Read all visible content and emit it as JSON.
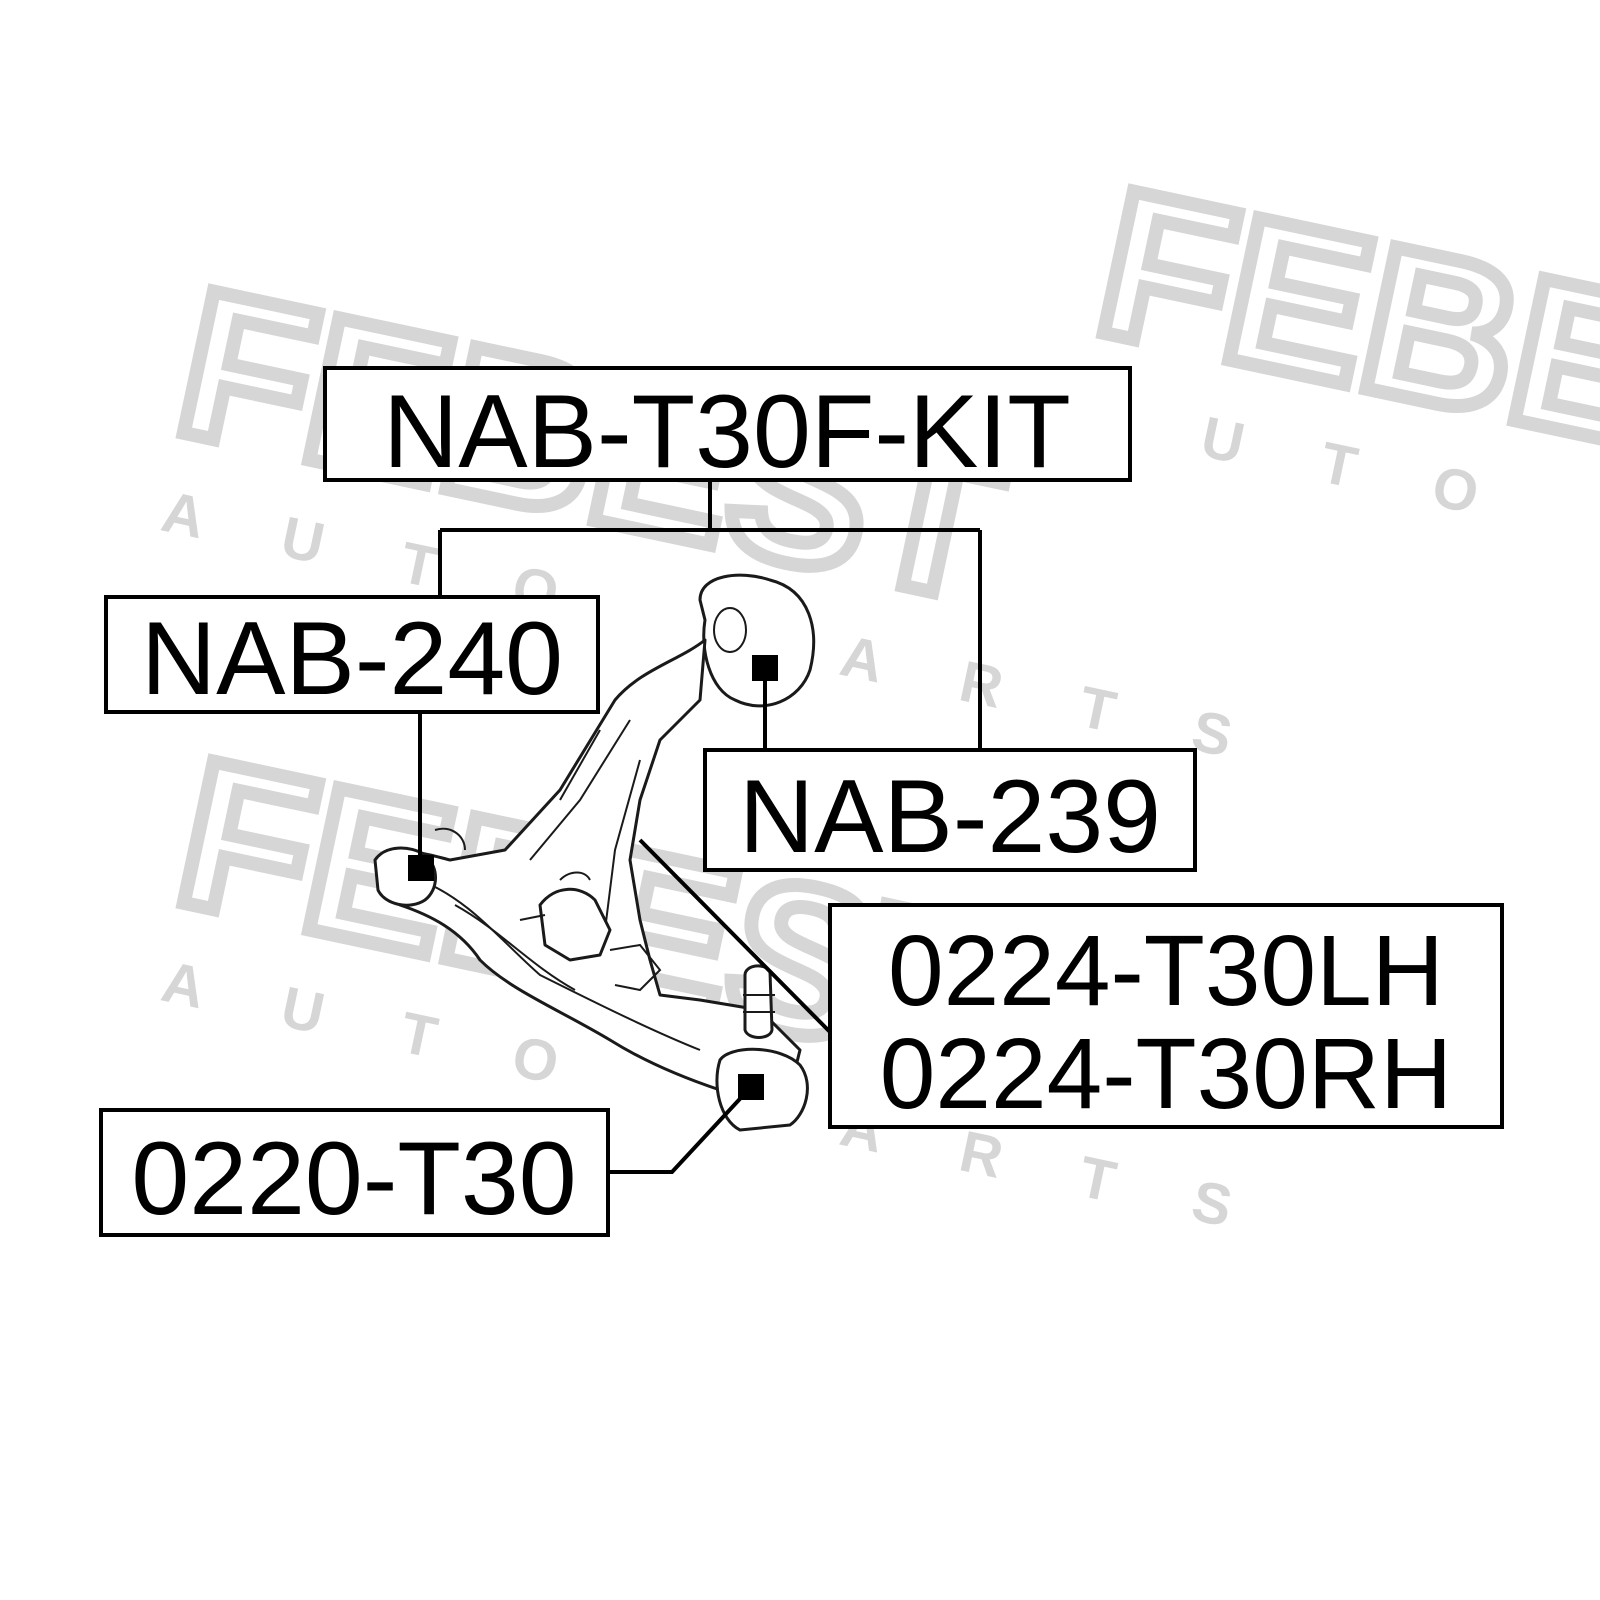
{
  "watermark": {
    "brand": "FEBEST",
    "subtext": "AUTO PARTS",
    "color": "#d6d6d6"
  },
  "labels": {
    "kit": "NAB-T30F-KIT",
    "bushing_rear": "NAB-240",
    "bushing_front": "NAB-239",
    "arm_left": "0224-T30LH",
    "arm_right": "0224-T30RH",
    "ball_joint": "0220-T30"
  },
  "colors": {
    "line": "#000000",
    "marker": "#000000",
    "background": "#ffffff"
  }
}
